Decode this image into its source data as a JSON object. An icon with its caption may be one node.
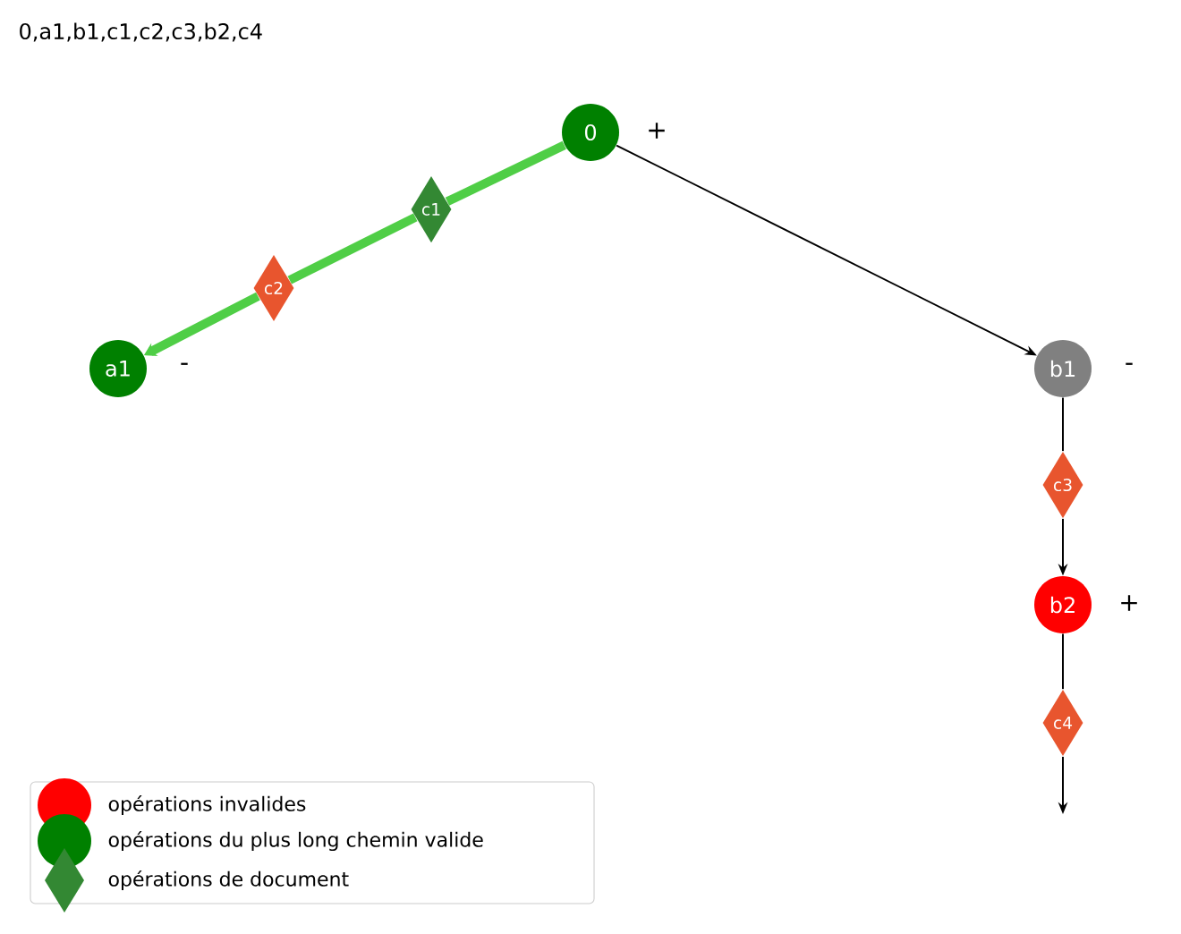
{
  "diagram": {
    "title": "0,a1,b1,c1,c2,c3,b2,c4",
    "nodes": [
      {
        "text": [
          "0"
        ],
        "beside": [
          "+"
        ]
      },
      {
        "text": [
          "c1"
        ]
      },
      {
        "text": [
          "c2"
        ]
      },
      {
        "text": [
          "a1"
        ],
        "beside": [
          "-"
        ]
      },
      {
        "text": [
          "b1"
        ],
        "beside": [
          "-"
        ]
      },
      {
        "text": [
          "c3"
        ]
      },
      {
        "text": [
          "b2"
        ],
        "beside": [
          "+"
        ]
      },
      {
        "text": [
          "c4"
        ]
      }
    ],
    "edges": [
      {
        "from": 0,
        "to": 1,
        "arrow": "none",
        "style": "thick",
        "color": "#4fce46"
      },
      {
        "from": 1,
        "to": 2,
        "arrow": "none",
        "style": "thick",
        "color": "#4fce46"
      },
      {
        "from": 2,
        "to": 3,
        "arrow": "to",
        "style": "thick",
        "color": "#4fce46"
      },
      {
        "from": 0,
        "to": 4,
        "arrow": "to"
      },
      {
        "from": 4,
        "to": 5,
        "arrow": "none"
      },
      {
        "from": 5,
        "to": 6,
        "arrow": "to"
      },
      {
        "from": 6,
        "to": 7,
        "arrow": "none"
      },
      {
        "from": 7,
        "to": null,
        "arrow": "to"
      }
    ],
    "legend": [
      {
        "text": "opérations invalides",
        "color": "#ff0000"
      },
      {
        "text": "opérations du plus long chemin valide",
        "color": "#008000"
      },
      {
        "text": "opérations de document"
      }
    ]
  }
}
